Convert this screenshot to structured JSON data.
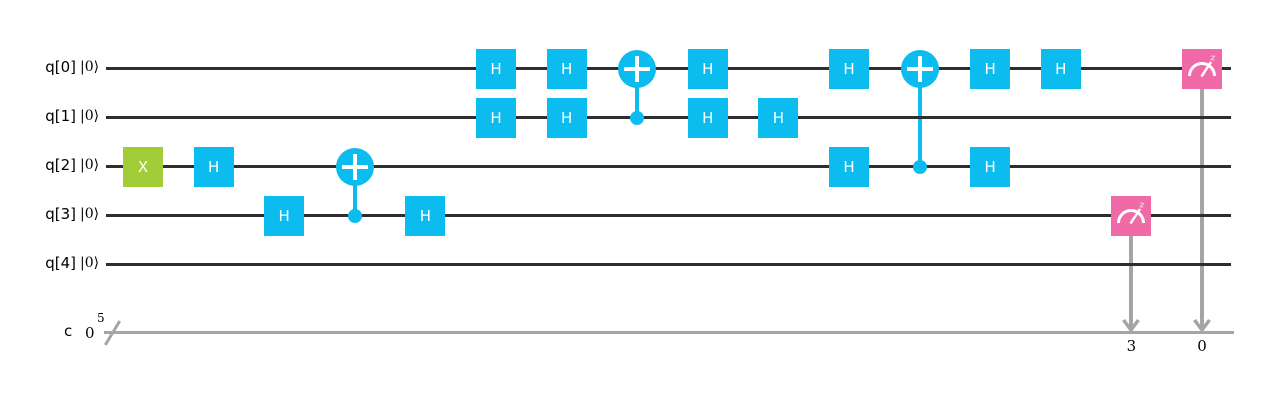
{
  "circuit": {
    "type": "quantum-circuit",
    "qubits": [
      {
        "name": "q[0]",
        "ket": "|0⟩"
      },
      {
        "name": "q[1]",
        "ket": "|0⟩"
      },
      {
        "name": "q[2]",
        "ket": "|0⟩"
      },
      {
        "name": "q[3]",
        "ket": "|0⟩"
      },
      {
        "name": "q[4]",
        "ket": "|0⟩"
      }
    ],
    "classical": {
      "label": "c",
      "index": "0",
      "size": "5"
    },
    "columns": 16,
    "gates": [
      {
        "gate": "X",
        "qubit": 2,
        "column": 0
      },
      {
        "gate": "H",
        "qubit": 2,
        "column": 1
      },
      {
        "gate": "H",
        "qubit": 3,
        "column": 2
      },
      {
        "gate": "CX",
        "control": 3,
        "target": 2,
        "column": 3
      },
      {
        "gate": "H",
        "qubit": 3,
        "column": 4
      },
      {
        "gate": "H",
        "qubit": 0,
        "column": 5
      },
      {
        "gate": "H",
        "qubit": 1,
        "column": 5
      },
      {
        "gate": "H",
        "qubit": 0,
        "column": 6
      },
      {
        "gate": "H",
        "qubit": 1,
        "column": 6
      },
      {
        "gate": "CX",
        "control": 1,
        "target": 0,
        "column": 7
      },
      {
        "gate": "H",
        "qubit": 0,
        "column": 8
      },
      {
        "gate": "H",
        "qubit": 1,
        "column": 8
      },
      {
        "gate": "H",
        "qubit": 1,
        "column": 9
      },
      {
        "gate": "H",
        "qubit": 0,
        "column": 10
      },
      {
        "gate": "H",
        "qubit": 2,
        "column": 10
      },
      {
        "gate": "CX",
        "control": 2,
        "target": 0,
        "column": 11
      },
      {
        "gate": "H",
        "qubit": 0,
        "column": 12
      },
      {
        "gate": "H",
        "qubit": 2,
        "column": 12
      },
      {
        "gate": "H",
        "qubit": 0,
        "column": 13
      },
      {
        "gate": "measure",
        "qubit": 3,
        "clbit": "3",
        "column": 14
      },
      {
        "gate": "measure",
        "qubit": 0,
        "clbit": "0",
        "column": 15
      }
    ],
    "icons": {
      "measure_gate": "gauge-meter-icon",
      "measure_basis": "z",
      "classical_target_arrow": "arrow-down-icon"
    },
    "colors": {
      "gate_blue": "#0cbcee",
      "gate_green": "#a1cd38",
      "gate_pink": "#f06aa7",
      "gate_text": "#ffffff",
      "quantum_wire": "#2e2e2e",
      "classical_wire": "#a5a5a5",
      "label_text": "#000000",
      "background": "#ffffff"
    }
  }
}
